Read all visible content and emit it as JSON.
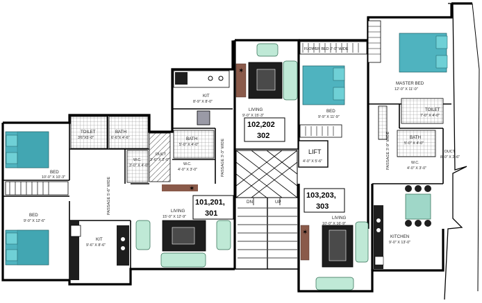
{
  "rooms": {
    "toilet_left": {
      "name": "TOILET",
      "dim": "3'6\"X5'-0\""
    },
    "bath_left": {
      "name": "BATH",
      "dim": "6'-6\"X 4'-6\""
    },
    "bed_upper_left": {
      "name": "BED",
      "dim": "10'-0\" X 10'-3\""
    },
    "duct_left": {
      "name": "DUCT",
      "dim": "3'-6\" X 2'-0\""
    },
    "wc_left": {
      "name": "W.C.",
      "dim": "3'-0\" X 4'-0\""
    },
    "bed_lower_left": {
      "name": "BED",
      "dim": "9'-0\" X 12'-6\""
    },
    "kit_left": {
      "name": "KIT",
      "dim": "9'-6\" X 8'-6\""
    },
    "kit_upper": {
      "name": "KIT",
      "dim": "8'-9\" X 8'-0\""
    },
    "bath_mid": {
      "name": "BATH",
      "dim": "5'-0\" X 4'-0\""
    },
    "wc_mid": {
      "name": "W.C.",
      "dim": "4'-0\" X 3'-0\""
    },
    "living_lower_left": {
      "name": "LIVING",
      "dim": "15'-0\" X 12'-9\""
    },
    "living_top": {
      "name": "LIVING",
      "dim": "9'-0\" X 15'-3\""
    },
    "bed_mid": {
      "name": "BED",
      "dim": "9'-9\" X 11'-9\""
    },
    "flower_bed": {
      "name": "FLOWER BED 2'-0\" WIDE"
    },
    "master_bed": {
      "name": "MASTER BED",
      "dim": "12'-0\" X 11'-0\""
    },
    "toilet_right": {
      "name": "TOILET",
      "dim": "7'-0\" X 4'-0\""
    },
    "bath_right": {
      "name": "BATH",
      "dim": "5'-0\" X 4'-0\""
    },
    "wc_right": {
      "name": "W.C.",
      "dim": "4'-0\" X 3'-0\""
    },
    "duct_right": {
      "name": "DUCT",
      "dim": "8'-0\" X 2'-6\""
    },
    "lift": {
      "name": "LIFT",
      "dim": "4'-0\" X 5'-6\""
    },
    "living_lower_right": {
      "name": "LIVING",
      "dim": "10'-0\" X 16'-9\""
    },
    "kitchen_right": {
      "name": "KITCHEN",
      "dim": "9'-0\" X 13'-0\""
    }
  },
  "passages": {
    "left": "PASSAGE 5'-6\" WIDE",
    "mid": "PASSAGE 3'-3\" WIDE",
    "right": "PASSAGE 3'-9\" WIDE"
  },
  "stairs": {
    "down": "DN",
    "up": "UP"
  },
  "flat_numbers": {
    "top_line1": "102,202",
    "top_line2": "302",
    "left_line1": "101,201,",
    "left_line2": "301",
    "right_line1": "103,203,",
    "right_line2": "303"
  },
  "colors": {
    "bed": "#4fb3bf",
    "sofa": "#bfe9d6",
    "rug": "#1e1e1e",
    "plant": "#8a5a4a",
    "wall": "#000000"
  }
}
